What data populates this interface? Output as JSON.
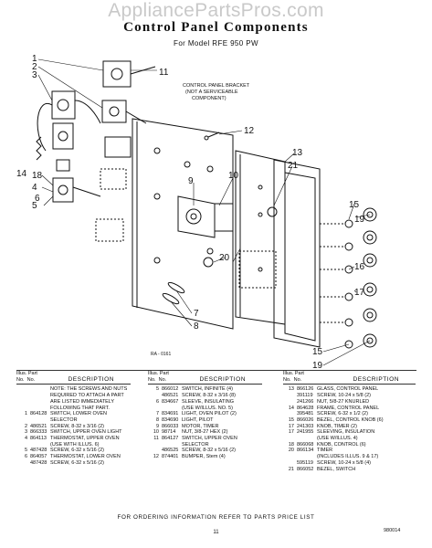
{
  "watermark": "AppliancePartsPros.com",
  "title": "Control Panel Components",
  "subtitle": "For Model RFE 950 PW",
  "diagram": {
    "bracket_note": [
      "CONTROL PANEL BRACKET",
      "(NOT A SERVICEABLE",
      "COMPONENT)"
    ],
    "figure_id": "RA - 0161",
    "callouts": [
      "1",
      "2",
      "3",
      "11",
      "12",
      "13",
      "21",
      "10",
      "9",
      "14",
      "18",
      "4",
      "5",
      "6",
      "20",
      "15",
      "19",
      "16",
      "17",
      "7",
      "8",
      "15",
      "19"
    ]
  },
  "table": {
    "header": {
      "illus": "Illus.",
      "part": "Part",
      "no": "No.",
      "no2": "No.",
      "desc": "DESCRIPTION"
    },
    "col1": [
      {
        "i": "",
        "p": "",
        "d": "NOTE: THE SCREWS AND NUTS"
      },
      {
        "i": "",
        "p": "",
        "d": "REQUIRED TO ATTACH A PART"
      },
      {
        "i": "",
        "p": "",
        "d": "ARE LISTED IMMEDIATELY"
      },
      {
        "i": "",
        "p": "",
        "d": "FOLLOWING THAT PART."
      },
      {
        "i": "",
        "p": "",
        "d": ""
      },
      {
        "i": "1",
        "p": "864128",
        "d": "SWITCH, LOWER OVEN"
      },
      {
        "i": "",
        "p": "",
        "d": "SELECTOR"
      },
      {
        "i": "2",
        "p": "486521",
        "d": "SCREW, 8-32 x 3/16 (2)"
      },
      {
        "i": "3",
        "p": "866333",
        "d": "SWITCH, UPPER OVEN LIGHT"
      },
      {
        "i": "4",
        "p": "864113",
        "d": "THERMOSTAT, UPPER OVEN"
      },
      {
        "i": "",
        "p": "",
        "d": "(USE WITH ILLUS. 6)"
      },
      {
        "i": "5",
        "p": "487428",
        "d": "SCREW, 6-32 x 5/16 (2)"
      },
      {
        "i": "6",
        "p": "864057",
        "d": "THERMOSTAT, LOWER OVEN"
      },
      {
        "i": "",
        "p": "487428",
        "d": "SCREW, 6-32 x 5/16 (2)"
      }
    ],
    "col2": [
      {
        "i": "5",
        "p": "866012",
        "d": "SWITCH, INFINITE (4)"
      },
      {
        "i": "",
        "p": "486521",
        "d": "SCREW, 8-32 x 3/16 (8)"
      },
      {
        "i": "6",
        "p": "834667",
        "d": "SLEEVE, INSULATING"
      },
      {
        "i": "",
        "p": "",
        "d": "(USE W/ILLUS. NO. 5)"
      },
      {
        "i": "7",
        "p": "834691",
        "d": "LIGHT, OVEN PILOT (2)"
      },
      {
        "i": "8",
        "p": "834690",
        "d": "LIGHT, PILOT"
      },
      {
        "i": "9",
        "p": "866033",
        "d": "MOTOR, TIMER"
      },
      {
        "i": "10",
        "p": "98714",
        "d": "NUT, 3/8-27 HEX (2)"
      },
      {
        "i": "11",
        "p": "864127",
        "d": "SWITCH, UPPER OVEN"
      },
      {
        "i": "",
        "p": "",
        "d": "SELECTOR"
      },
      {
        "i": "",
        "p": "486525",
        "d": "SCREW, 8-32 x 5/16 (2)"
      },
      {
        "i": "12",
        "p": "874401",
        "d": "BUMPER, Stem (4)"
      }
    ],
    "col3": [
      {
        "i": "13",
        "p": "866126",
        "d": "GLASS, CONTROL PANEL"
      },
      {
        "i": "",
        "p": "391119",
        "d": "SCREW, 10-24 x 5/8 (2)"
      },
      {
        "i": "",
        "p": "241266",
        "d": "NUT, 5/8-27 KNURLED"
      },
      {
        "i": "14",
        "p": "864628",
        "d": "FRAME, CONTROL PANEL"
      },
      {
        "i": "",
        "p": "395481",
        "d": "SCREW, 6-32 x 1/2 (2)"
      },
      {
        "i": "15",
        "p": "866026",
        "d": "BEZEL, CONTROL KNOB (6)"
      },
      {
        "i": "17",
        "p": "241303",
        "d": "KNOB, TIMER (2)"
      },
      {
        "i": "17",
        "p": "241955",
        "d": "SLEEVING, INSULATION"
      },
      {
        "i": "",
        "p": "",
        "d": "(USE W/ILLUS. 4)"
      },
      {
        "i": "18",
        "p": "866068",
        "d": "KNOB, CONTROL (6)"
      },
      {
        "i": "20",
        "p": "866134",
        "d": "TIMER"
      },
      {
        "i": "",
        "p": "",
        "d": "(INCLUDES ILLUS. 9 & 17)"
      },
      {
        "i": "",
        "p": "595119",
        "d": "SCREW, 10-24 x 5/8 (4)"
      },
      {
        "i": "21",
        "p": "866052",
        "d": "BEZEL, SWITCH"
      }
    ]
  },
  "footer": "FOR ORDERING INFORMATION REFER TO PARTS PRICE LIST",
  "page_number": "11",
  "doc_code": "980014"
}
